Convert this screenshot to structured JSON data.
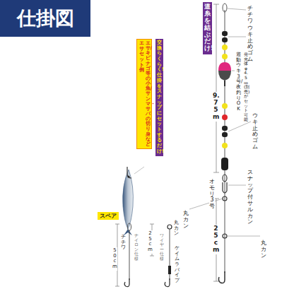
{
  "diagram": {
    "nodes": [
      {
        "text": [
          "仕掛図"
        ]
      },
      {
        "text": [
          "道糸を結ぶだけ!"
        ]
      },
      {
        "text": [
          "交換らくらく!仕掛をスナップにセットするだけ!"
        ]
      },
      {
        "text": [
          "エサ/キビナゴ等の小魚/サンマ・サバの切り身など",
          "エサセット例"
        ]
      }
    ],
    "labels": [
      "チチワ",
      "ウキ止めゴム",
      "9.75m",
      "遊動ウキ3号/夜釣りOK",
      "発光体φ4.5㎜(別売)がセット可能",
      "ウキ止めゴム",
      "オモリ3号",
      "スナップ付サルカン",
      "丸カン",
      "丸カン",
      "25cm",
      "スペア",
      "チチワ",
      "50cm",
      "ナイロン仕様",
      "25cm",
      "丸カン",
      "ワイヤー仕様",
      "ケイムラパイプ"
    ]
  }
}
